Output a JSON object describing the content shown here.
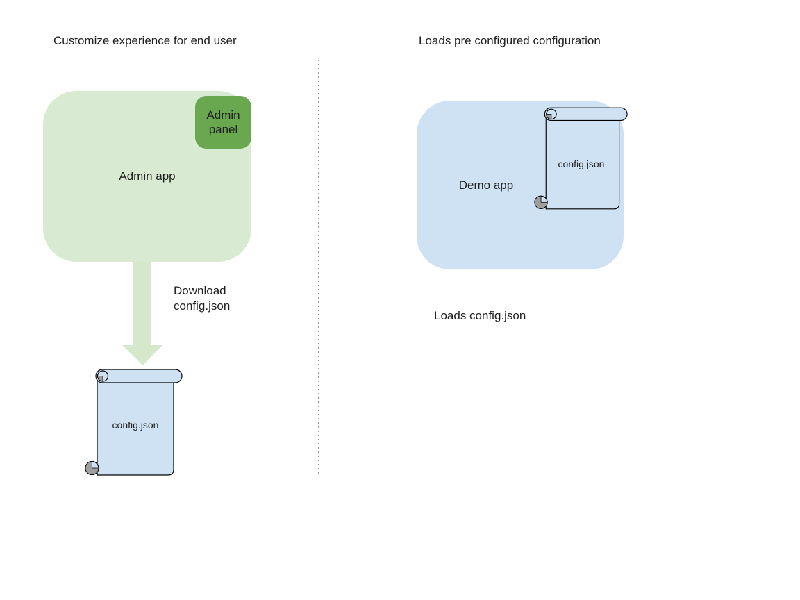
{
  "diagram": {
    "left": {
      "title": "Customize experience for end user",
      "app_label": "Admin app",
      "panel_label": "Admin panel",
      "arrow_label": "Download\nconfig.json",
      "file_label": "config.json"
    },
    "right": {
      "title": "Loads pre configured configuration",
      "app_label": "Demo app",
      "file_label": "config.json",
      "caption": "Loads config.json"
    }
  },
  "icons": {
    "left_file": "scroll-document-icon",
    "right_file": "scroll-document-icon",
    "flow": "down-arrow-icon"
  },
  "colors": {
    "background": "#ffffff",
    "admin_app_fill": "#d9ead3",
    "admin_panel_fill": "#6aa84f",
    "arrow_fill": "#d6e8cb",
    "blue_fill": "#cfe2f3",
    "scroll_outline": "#000000",
    "scroll_curl_gray": "#9e9e9e",
    "divider_gray": "#9a9a9a",
    "text": "#1f1f1f"
  }
}
